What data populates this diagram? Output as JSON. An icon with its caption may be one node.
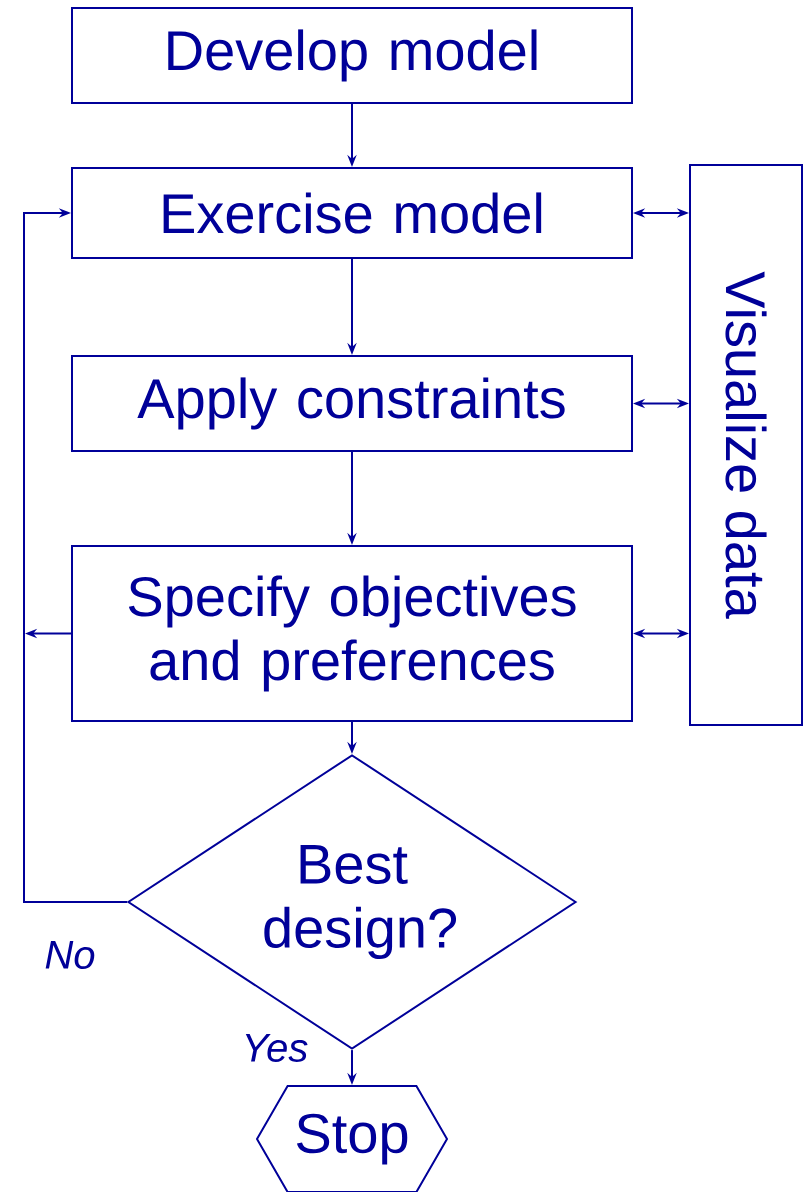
{
  "diagram": {
    "nodes": [
      {
        "text": [
          "Develop model"
        ]
      },
      {
        "text": [
          "Exercise model"
        ]
      },
      {
        "text": [
          "Apply constraints"
        ]
      },
      {
        "text": [
          "Specify objectives and preferences"
        ]
      },
      {
        "text": [
          "Visualize data"
        ]
      },
      {
        "text": [
          "Best design?"
        ]
      },
      {
        "text": [
          "Stop"
        ]
      }
    ],
    "edges": [
      {
        "from": 0,
        "to": 1,
        "arrow": "to"
      },
      {
        "from": 1,
        "to": 2,
        "arrow": "to"
      },
      {
        "from": 2,
        "to": 3,
        "arrow": "to"
      },
      {
        "from": 3,
        "to": 5,
        "arrow": "to"
      },
      {
        "from": 5,
        "to": 6,
        "arrow": "to",
        "label": "Yes"
      },
      {
        "from": 5,
        "to": 1,
        "arrow": "to",
        "label": "No"
      },
      {
        "from": 3,
        "to": null,
        "arrow": "to"
      },
      {
        "from": 1,
        "to": 4,
        "arrow": "both"
      },
      {
        "from": 2,
        "to": 4,
        "arrow": "both"
      },
      {
        "from": 3,
        "to": 4,
        "arrow": "both"
      }
    ]
  }
}
